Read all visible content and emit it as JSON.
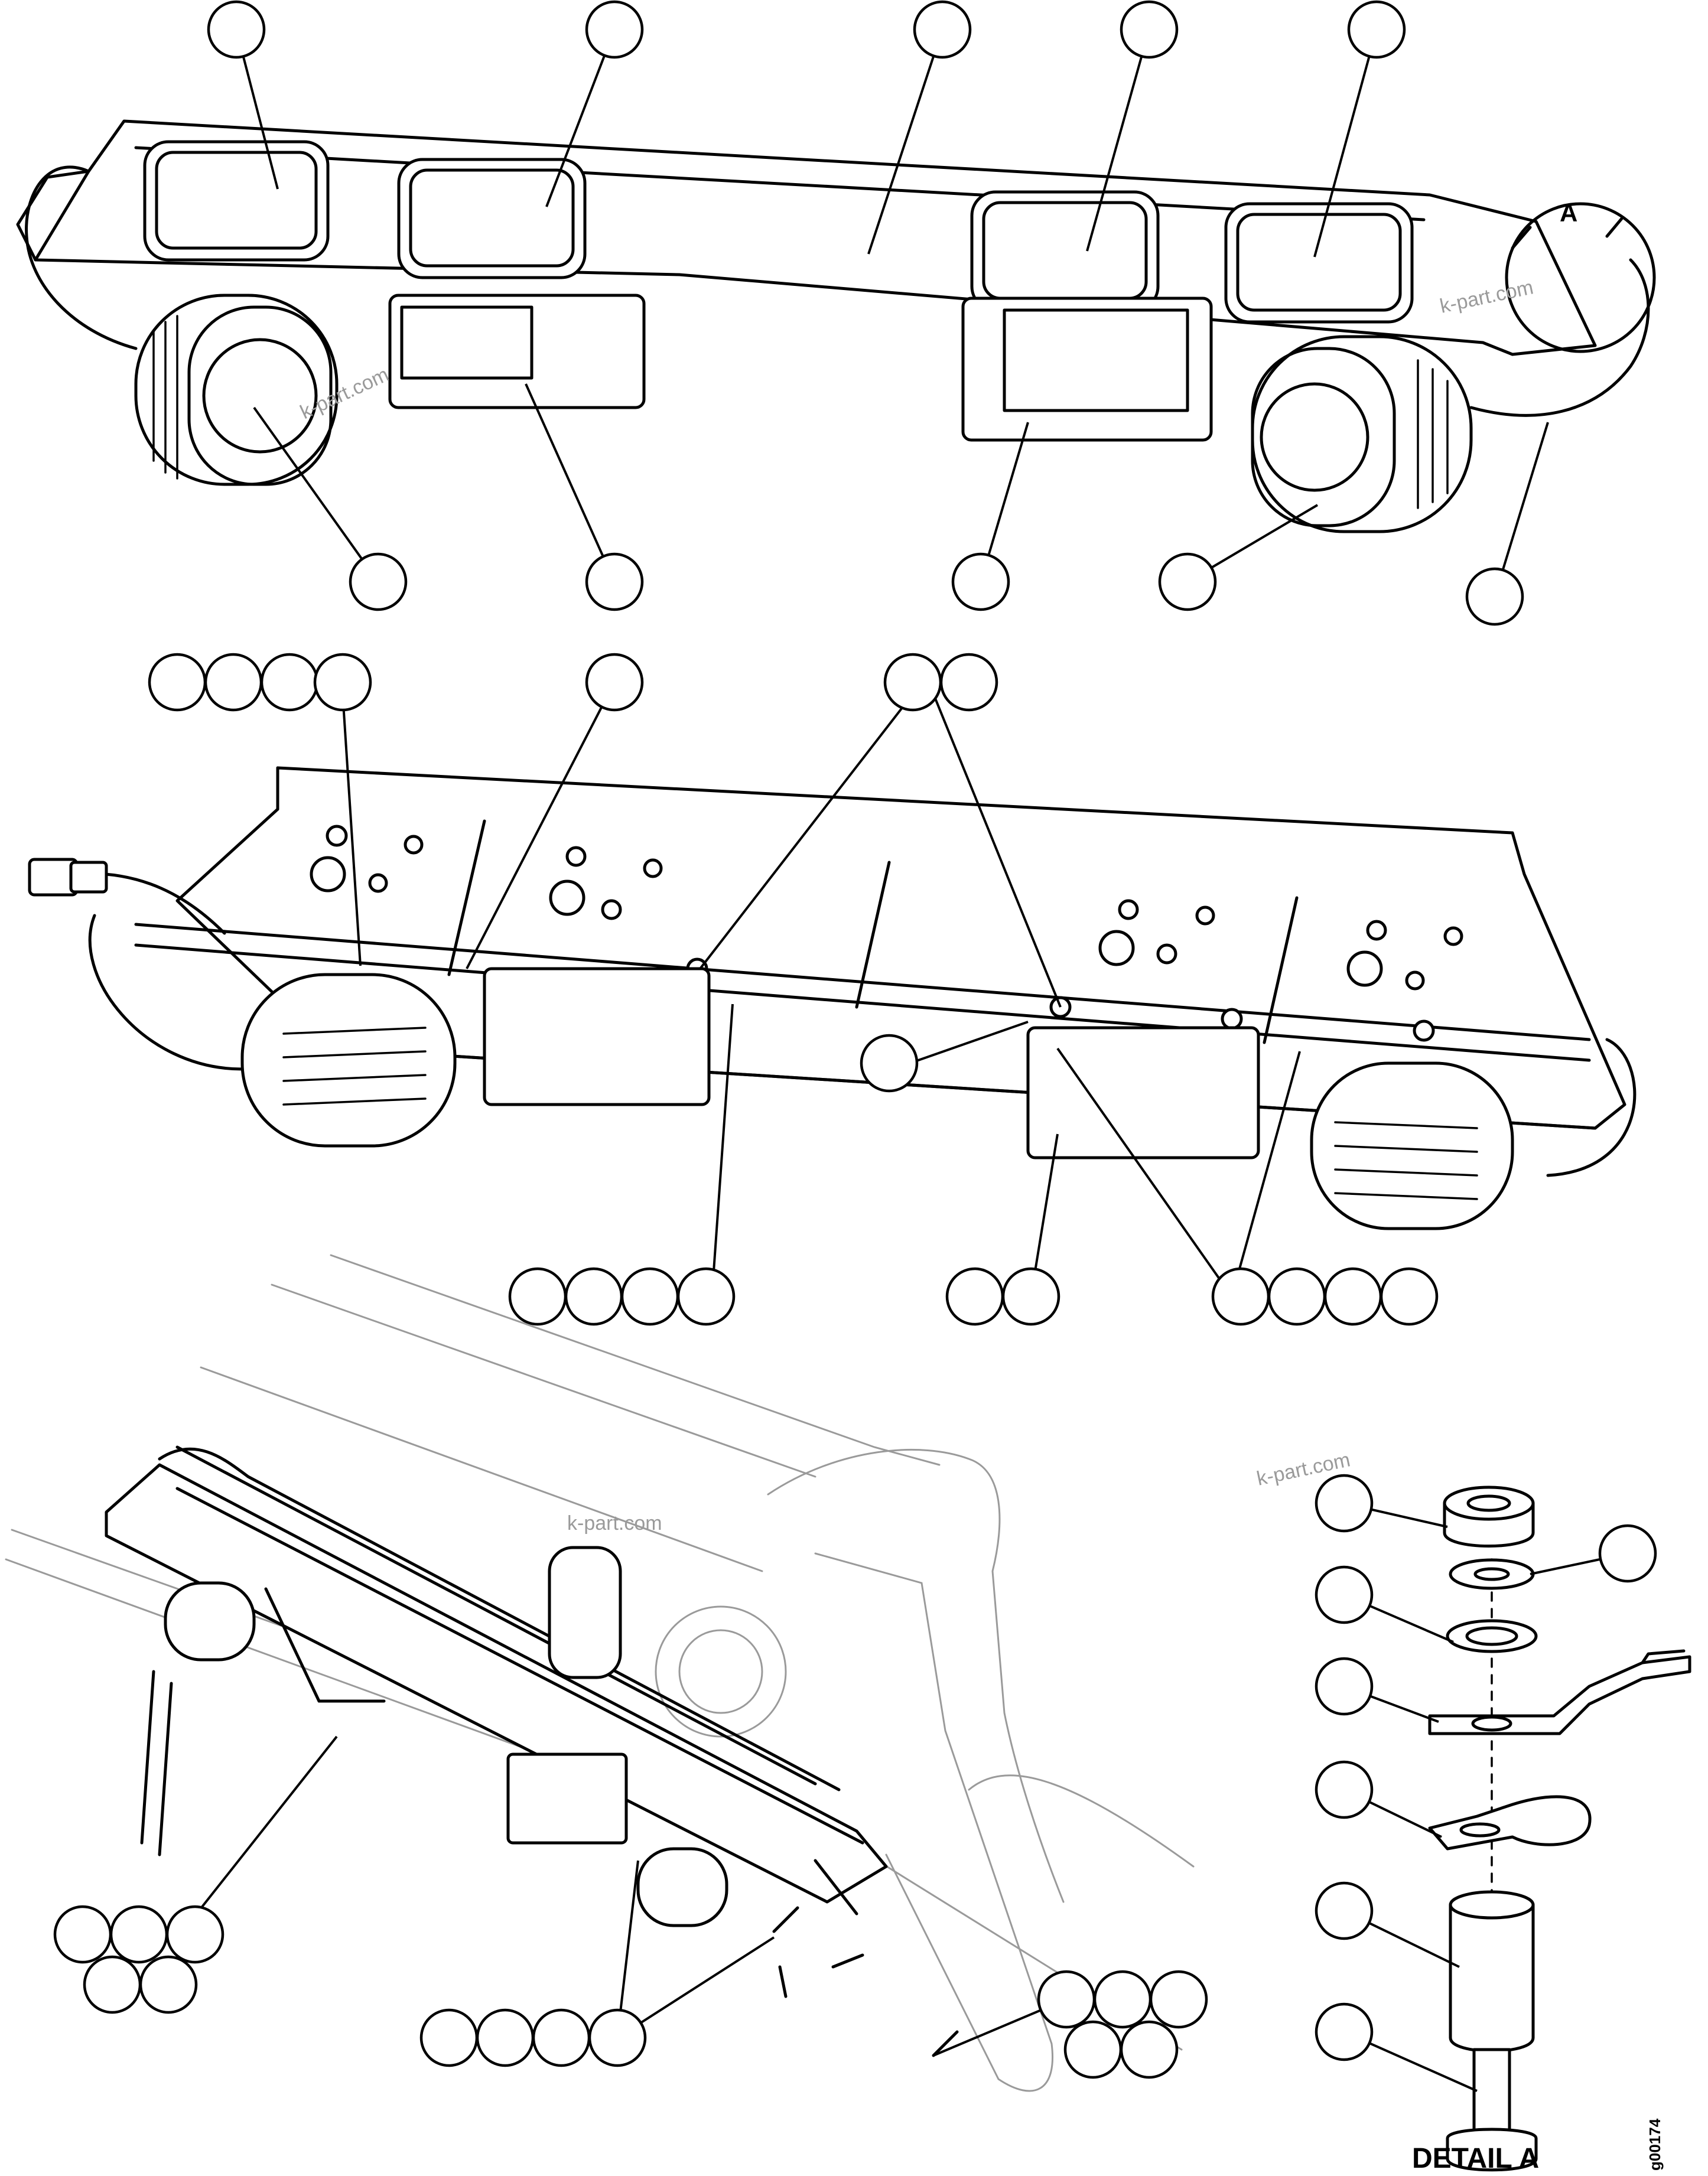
{
  "labels": {
    "arrow_label": "A",
    "detail_label": "DETAIL A",
    "drawing_number": "g00174",
    "watermark": "k-part.com"
  },
  "icons": [
    "work-lamp-icon",
    "rectangular-lamp-icon",
    "nut-icon",
    "washer-icon",
    "bracket-icon",
    "clip-icon",
    "spacer-icon",
    "bolt-icon"
  ]
}
